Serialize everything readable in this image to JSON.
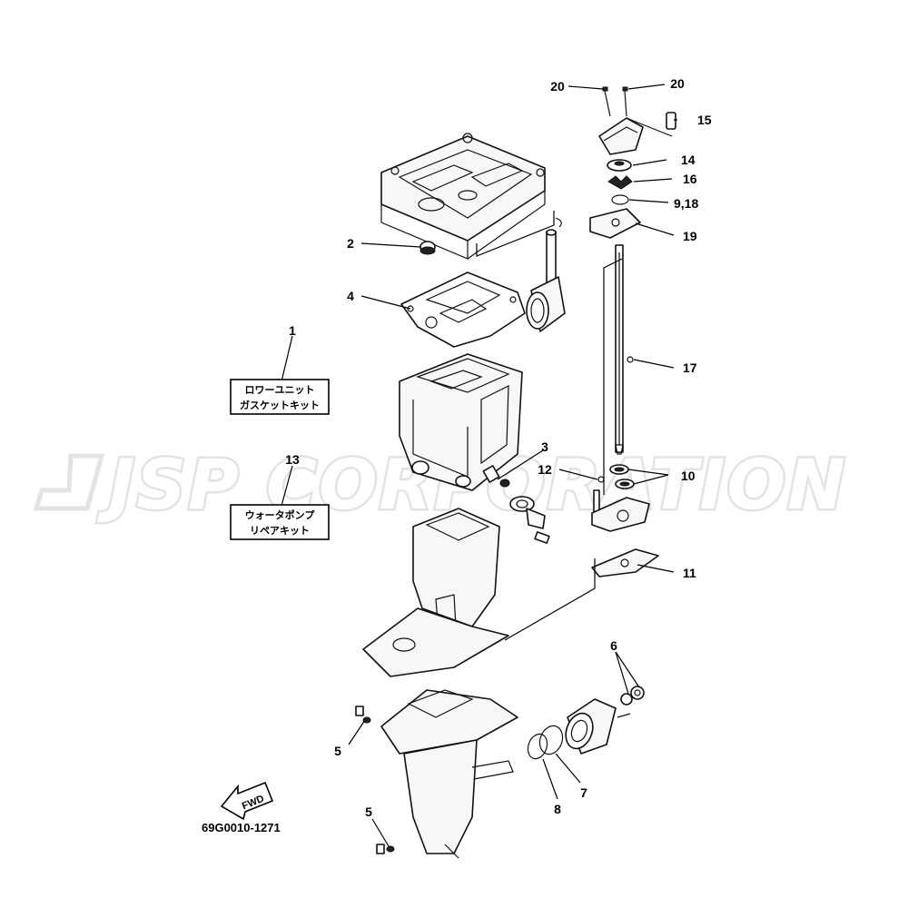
{
  "watermark": "JSP CORPORATION",
  "diagram_code": "69G0010-1271",
  "fwd_label": "FWD",
  "kit_boxes": [
    {
      "id": "1",
      "lines": [
        "ロワーユニット",
        "ガスケットキット"
      ]
    },
    {
      "id": "13",
      "lines": [
        "ウォータポンプ",
        "リペアキット"
      ]
    }
  ],
  "callouts": {
    "c1": "1",
    "c2": "2",
    "c3": "3",
    "c4": "4",
    "c5a": "5",
    "c5b": "5",
    "c6": "6",
    "c7": "7",
    "c8": "8",
    "c9_18": "9,18",
    "c10": "10",
    "c11": "11",
    "c12": "12",
    "c13": "13",
    "c14": "14",
    "c15": "15",
    "c16": "16",
    "c17": "17",
    "c19": "19",
    "c20a": "20",
    "c20b": "20"
  }
}
